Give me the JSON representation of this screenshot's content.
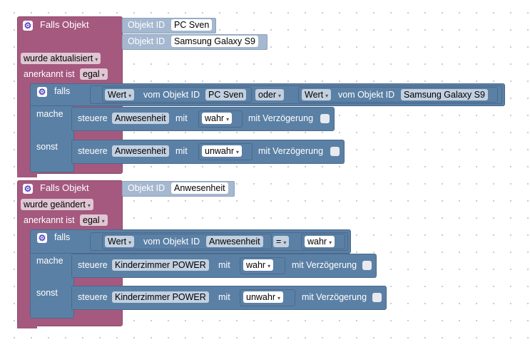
{
  "colors": {
    "event": "#a5597f",
    "logic": "#5b80a5",
    "object_id": "#a5b8d0"
  },
  "icons": {
    "settings": "gear-icon"
  },
  "block1": {
    "trigger_title": "Falls Objekt",
    "object_id_label": "Objekt ID",
    "ids": [
      "PC Sven",
      "Samsung Galaxy S9"
    ],
    "mode": "wurde aktualisiert",
    "ack_label": "anerkannt ist",
    "ack_value": "egal",
    "if_label": "falls",
    "cond": {
      "left_prop": "Wert",
      "of_label": "vom Objekt ID",
      "left_id": "PC Sven",
      "op": "oder",
      "right_prop": "Wert",
      "right_id": "Samsung Galaxy S9"
    },
    "do_label": "mache",
    "else_label": "sonst",
    "then_stmt": {
      "prefix": "steuere",
      "target": "Anwesenheit",
      "with": "mit",
      "value": "wahr",
      "delay": "mit Verzögerung"
    },
    "else_stmt": {
      "prefix": "steuere",
      "target": "Anwesenheit",
      "with": "mit",
      "value": "unwahr",
      "delay": "mit Verzögerung"
    }
  },
  "block2": {
    "trigger_title": "Falls Objekt",
    "object_id_label": "Objekt ID",
    "ids": [
      "Anwesenheit"
    ],
    "mode": "wurde geändert",
    "ack_label": "anerkannt ist",
    "ack_value": "egal",
    "if_label": "falls",
    "cond": {
      "left_prop": "Wert",
      "of_label": "vom Objekt ID",
      "left_id": "Anwesenheit",
      "op": "=",
      "right_value": "wahr"
    },
    "do_label": "mache",
    "else_label": "sonst",
    "then_stmt": {
      "prefix": "steuere",
      "target": "Kinderzimmer POWER",
      "with": "mit",
      "value": "wahr",
      "delay": "mit Verzögerung"
    },
    "else_stmt": {
      "prefix": "steuere",
      "target": "Kinderzimmer POWER",
      "with": "mit",
      "value": "unwahr",
      "delay": "mit Verzögerung"
    }
  }
}
